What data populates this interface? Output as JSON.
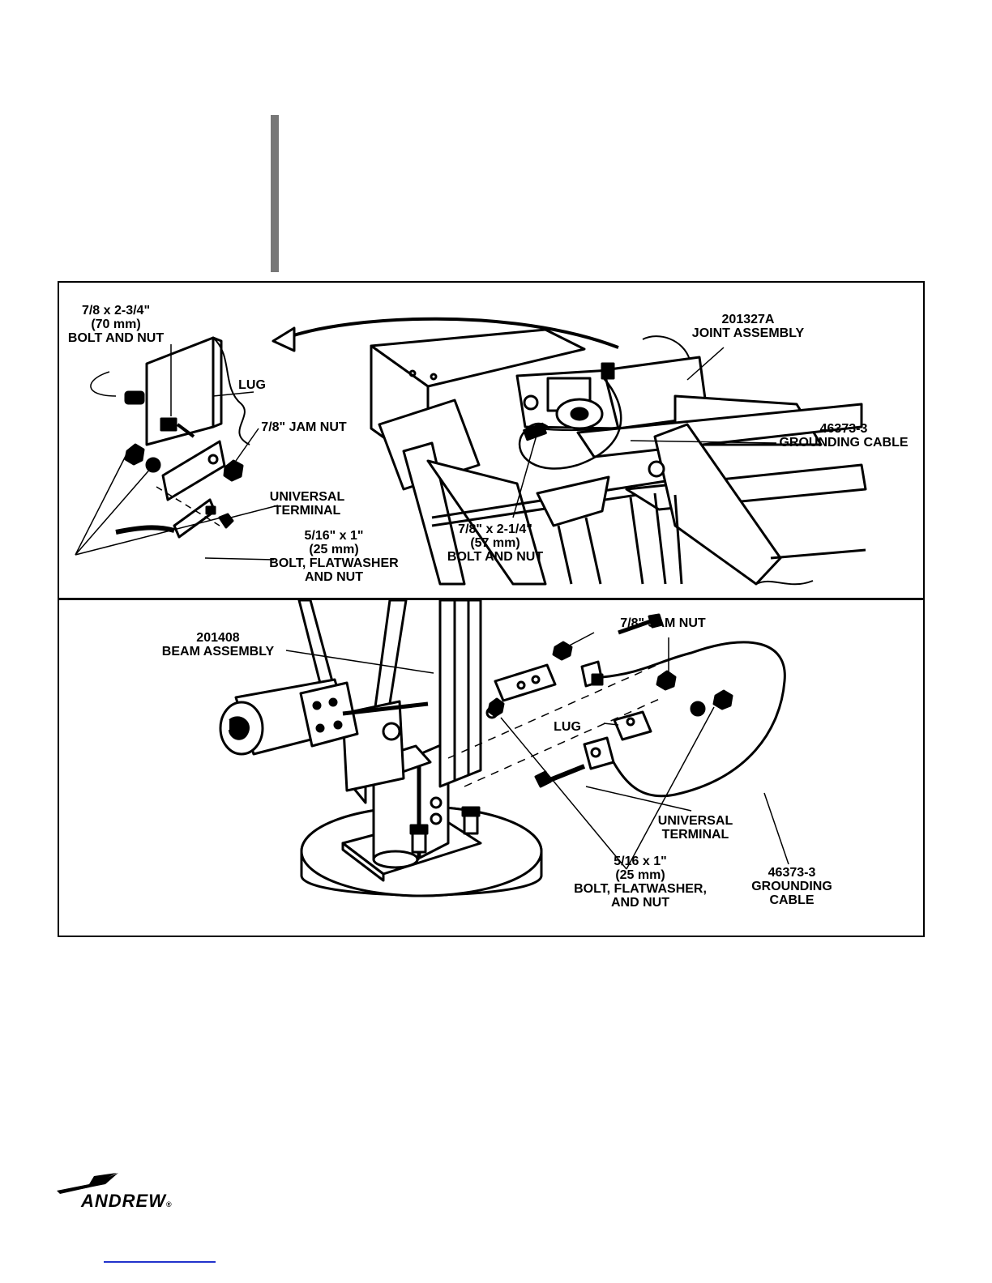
{
  "figure": {
    "top_panel": {
      "labels": {
        "bolt_70": [
          "7/8 x 2-3/4\"",
          "(70 mm)",
          "BOLT AND NUT"
        ],
        "lug": [
          "LUG"
        ],
        "jam_nut": [
          "7/8\" JAM NUT"
        ],
        "universal_terminal": [
          "UNIVERSAL",
          "TERMINAL"
        ],
        "bolt_25": [
          "5/16\" x 1\"",
          "(25 mm)",
          "BOLT, FLATWASHER",
          "AND NUT"
        ],
        "bolt_57": [
          "7/8\" x 2-1/4\"",
          "(57 mm)",
          "BOLT AND NUT"
        ],
        "joint_assembly": [
          "201327A",
          "JOINT ASSEMBLY"
        ],
        "grounding_cable": [
          "46373-3",
          "GROUNDING CABLE"
        ]
      }
    },
    "bottom_panel": {
      "labels": {
        "beam_assembly": [
          "201408",
          "BEAM ASSEMBLY"
        ],
        "jam_nut": [
          "7/8\" JAM NUT"
        ],
        "lug": [
          "LUG"
        ],
        "universal_terminal": [
          "UNIVERSAL",
          "TERMINAL"
        ],
        "bolt_25": [
          "5/16 x 1\"",
          "(25 mm)",
          "BOLT, FLATWASHER,",
          "AND NUT"
        ],
        "grounding_cable": [
          "46373-3",
          "GROUNDING",
          "CABLE"
        ]
      }
    }
  },
  "footer": {
    "logo_text": "ANDREW",
    "logo_mark": "®"
  }
}
